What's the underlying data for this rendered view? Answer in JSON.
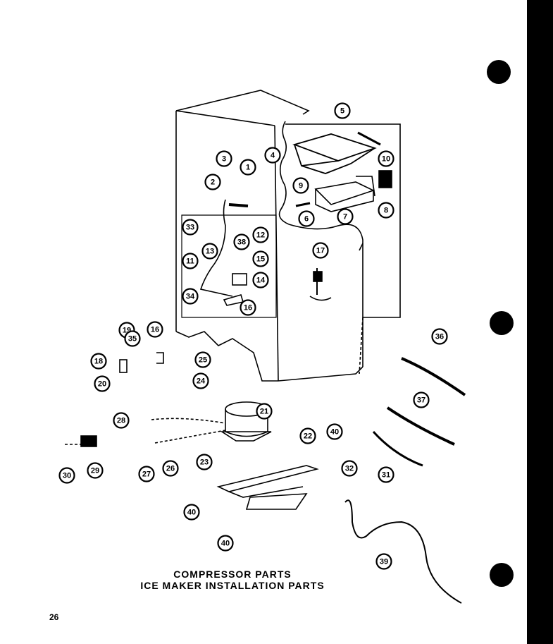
{
  "captions": [
    "COMPRESSOR PARTS",
    "ICE MAKER INSTALLATION PARTS"
  ],
  "page_number": "26",
  "callouts": [
    "1",
    "2",
    "3",
    "4",
    "5",
    "6",
    "7",
    "8",
    "9",
    "10",
    "11",
    "12",
    "13",
    "14",
    "15",
    "16",
    "16",
    "17",
    "18",
    "19",
    "20",
    "21",
    "22",
    "23",
    "24",
    "25",
    "26",
    "27",
    "28",
    "29",
    "30",
    "30",
    "31",
    "32",
    "33",
    "34",
    "35",
    "36",
    "37",
    "38",
    "39",
    "40",
    "40",
    "40"
  ]
}
